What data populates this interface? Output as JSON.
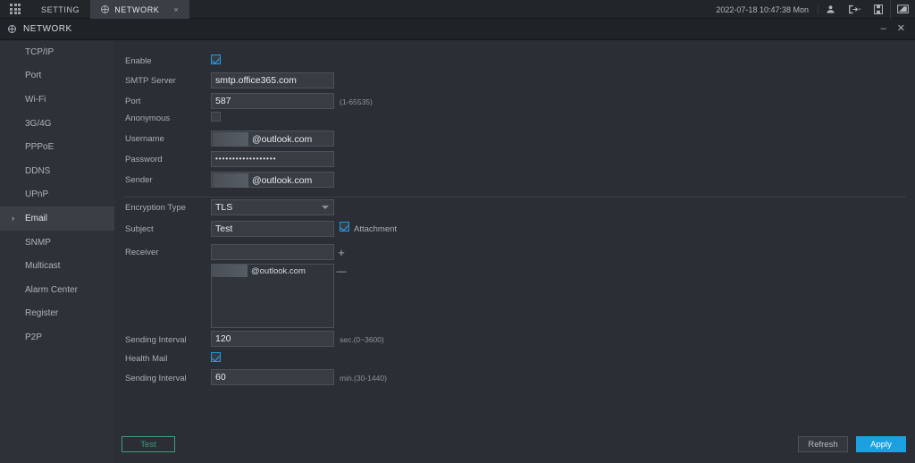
{
  "topbar": {
    "grid_icon": "grid-icon",
    "tabs": [
      {
        "label": "SETTING",
        "active": false,
        "icon": ""
      },
      {
        "label": "NETWORK",
        "active": true,
        "icon": "globe-icon",
        "close": "×"
      }
    ],
    "clock": "2022-07-18 10:47:38 Mon",
    "icons": [
      "user-icon",
      "logout-icon",
      "shutdown-icon",
      "display-icon"
    ]
  },
  "window": {
    "title": "NETWORK",
    "minimize": "–",
    "close": "✕"
  },
  "sidebar": {
    "items": [
      {
        "label": "TCP/IP",
        "active": false
      },
      {
        "label": "Port",
        "active": false
      },
      {
        "label": "Wi-Fi",
        "active": false
      },
      {
        "label": "3G/4G",
        "active": false
      },
      {
        "label": "PPPoE",
        "active": false
      },
      {
        "label": "DDNS",
        "active": false
      },
      {
        "label": "UPnP",
        "active": false
      },
      {
        "label": "Email",
        "active": true,
        "chevron": "›"
      },
      {
        "label": "SNMP",
        "active": false
      },
      {
        "label": "Multicast",
        "active": false
      },
      {
        "label": "Alarm Center",
        "active": false
      },
      {
        "label": "Register",
        "active": false
      },
      {
        "label": "P2P",
        "active": false
      }
    ]
  },
  "form": {
    "enable": {
      "label": "Enable",
      "checked": true
    },
    "smtp_server": {
      "label": "SMTP Server",
      "value": "smtp.office365.com"
    },
    "port": {
      "label": "Port",
      "value": "587",
      "hint": "(1-65535)"
    },
    "anonymous": {
      "label": "Anonymous",
      "checked": false
    },
    "username": {
      "label": "Username",
      "value": "@outlook.com",
      "redacted": true
    },
    "password": {
      "label": "Password",
      "value": "••••••••••••••••••"
    },
    "sender": {
      "label": "Sender",
      "value": "@outlook.com",
      "redacted": true
    },
    "encryption_type": {
      "label": "Encryption Type",
      "value": "TLS"
    },
    "subject": {
      "label": "Subject",
      "value": "Test"
    },
    "attachment": {
      "label": "Attachment",
      "checked": true
    },
    "receiver": {
      "label": "Receiver",
      "value": "",
      "add": "+",
      "remove": "—",
      "items": [
        {
          "value": "@outlook.com",
          "redacted": true
        }
      ]
    },
    "sending_interval_sec": {
      "label": "Sending Interval",
      "value": "120",
      "hint": "sec.(0~3600)"
    },
    "health_mail": {
      "label": "Health Mail",
      "checked": true
    },
    "sending_interval_min": {
      "label": "Sending Interval",
      "value": "60",
      "hint": "min.(30-1440)"
    }
  },
  "footer": {
    "test": "Test",
    "refresh": "Refresh",
    "apply": "Apply"
  },
  "colors": {
    "accent_blue": "#1ba1e2",
    "test_green": "#3f9e7a",
    "panel_bg": "#2b2f35",
    "sidebar_bg": "#2e3238"
  }
}
